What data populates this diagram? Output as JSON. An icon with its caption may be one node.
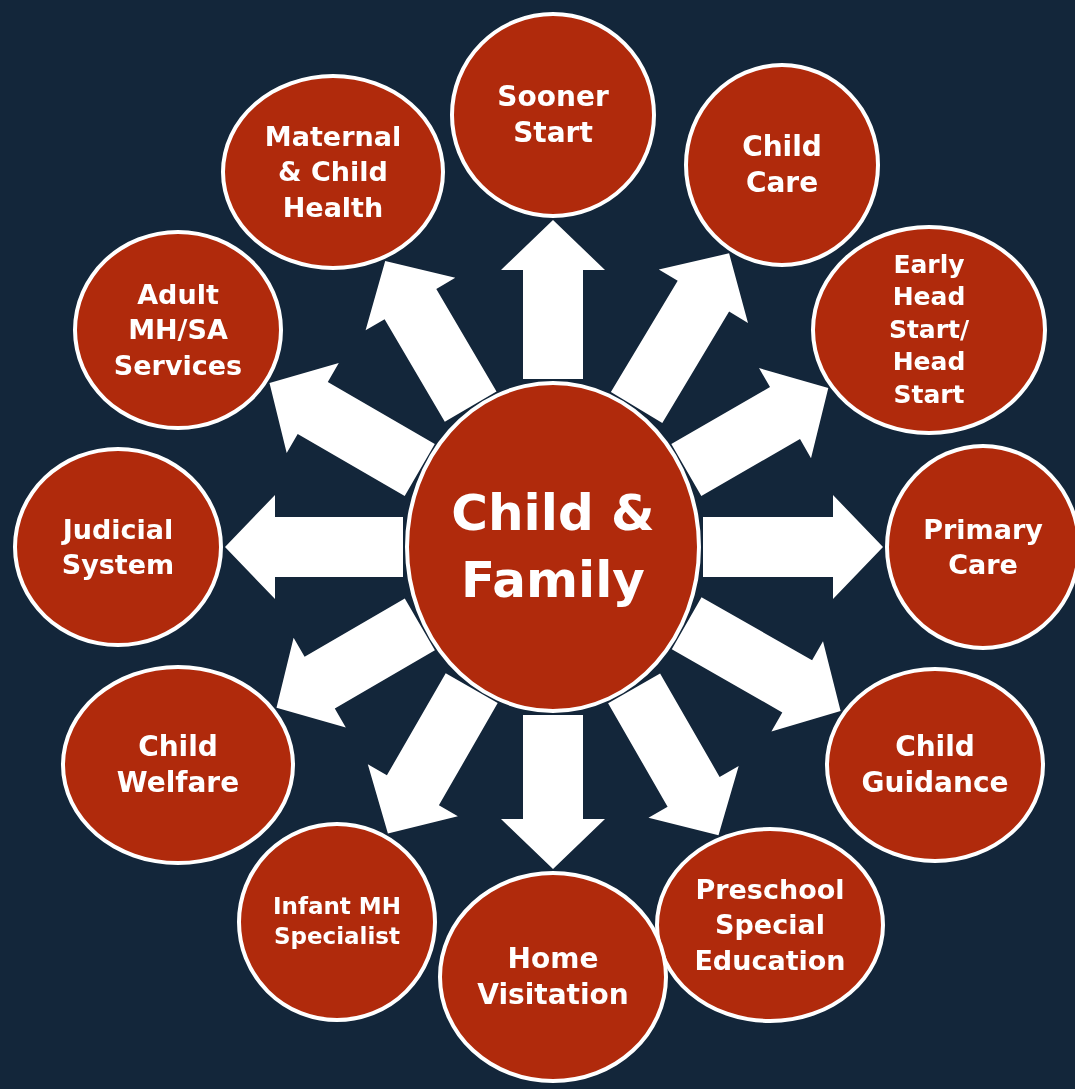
{
  "diagram": {
    "nodes": [
      {
        "text": [
          "Child & Family"
        ]
      },
      {
        "text": [
          "Sooner Start"
        ]
      },
      {
        "text": [
          "Child Care"
        ]
      },
      {
        "text": [
          "Early Head Start/ Head Start"
        ]
      },
      {
        "text": [
          "Primary Care"
        ]
      },
      {
        "text": [
          "Child Guidance"
        ]
      },
      {
        "text": [
          "Preschool Special Education"
        ]
      },
      {
        "text": [
          "Home Visitation"
        ]
      },
      {
        "text": [
          "Infant MH Specialist"
        ]
      },
      {
        "text": [
          "Child Welfare"
        ]
      },
      {
        "text": [
          "Judicial System"
        ]
      },
      {
        "text": [
          "Adult MH/SA Services"
        ]
      },
      {
        "text": [
          "Maternal & Child Health"
        ]
      }
    ],
    "edges": [
      {
        "from": 0,
        "to": 1,
        "arrow": "to"
      },
      {
        "from": 0,
        "to": 2,
        "arrow": "to"
      },
      {
        "from": 0,
        "to": 3,
        "arrow": "to"
      },
      {
        "from": 0,
        "to": 4,
        "arrow": "to"
      },
      {
        "from": 0,
        "to": 5,
        "arrow": "to"
      },
      {
        "from": 0,
        "to": 6,
        "arrow": "to"
      },
      {
        "from": 0,
        "to": 7,
        "arrow": "to"
      },
      {
        "from": 0,
        "to": 8,
        "arrow": "to"
      },
      {
        "from": 0,
        "to": 9,
        "arrow": "to"
      },
      {
        "from": 0,
        "to": 10,
        "arrow": "to"
      },
      {
        "from": 0,
        "to": 11,
        "arrow": "to"
      },
      {
        "from": 0,
        "to": 12,
        "arrow": "to"
      }
    ]
  }
}
